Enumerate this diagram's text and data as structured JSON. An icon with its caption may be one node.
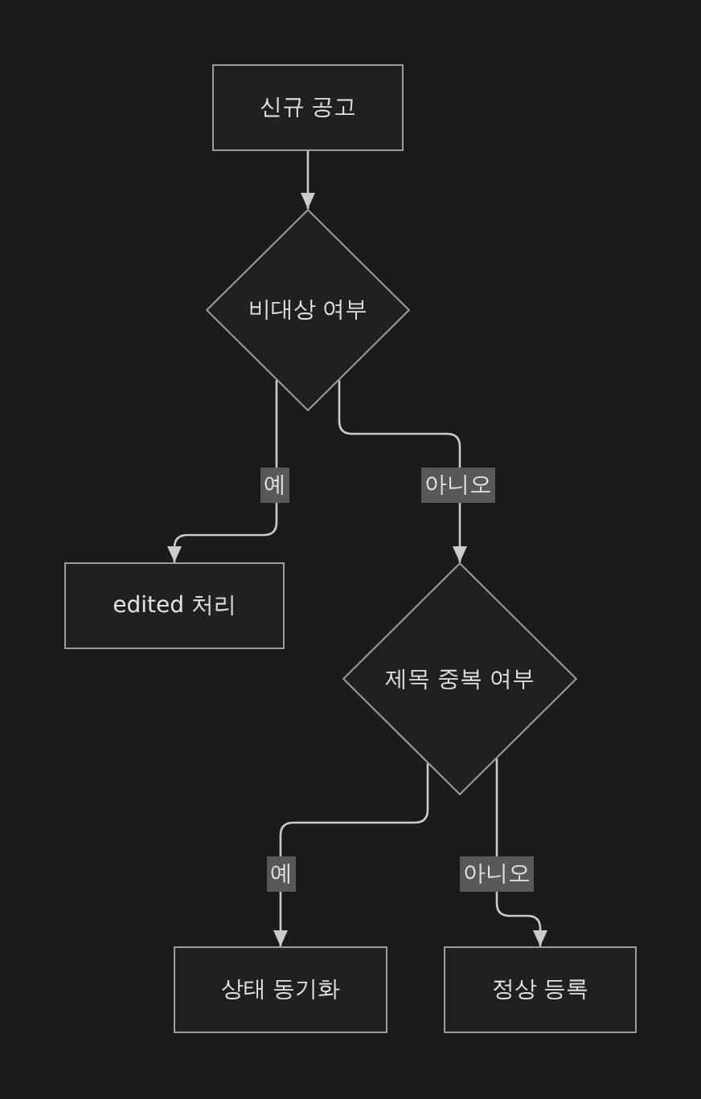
{
  "diagram": {
    "nodes": [
      {
        "text": [
          "신규 공고"
        ]
      },
      {
        "text": [
          "비대상 여부"
        ]
      },
      {
        "text": [
          "edited 처리"
        ]
      },
      {
        "text": [
          "제목 중복 여부"
        ]
      },
      {
        "text": [
          "상태 동기화"
        ]
      },
      {
        "text": [
          "정상 등록"
        ]
      }
    ],
    "edges": [
      {
        "from": 0,
        "to": 1,
        "arrow": "to"
      },
      {
        "from": 1,
        "to": 2,
        "arrow": "to",
        "label": "예"
      },
      {
        "from": 1,
        "to": 3,
        "arrow": "to",
        "label": "아니오"
      },
      {
        "from": 3,
        "to": 4,
        "arrow": "to",
        "label": "예"
      },
      {
        "from": 3,
        "to": 5,
        "arrow": "to",
        "label": "아니오"
      }
    ]
  }
}
